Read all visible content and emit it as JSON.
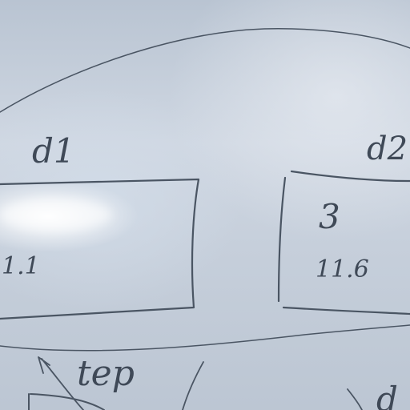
{
  "whiteboard": {
    "label_left_box": "d1",
    "label_right_box": "d2",
    "left_box_value": "1.1",
    "right_box_top_value": "3",
    "right_box_bottom_value": "11.6",
    "bottom_label": "tep",
    "bottom_right_label": "d"
  }
}
